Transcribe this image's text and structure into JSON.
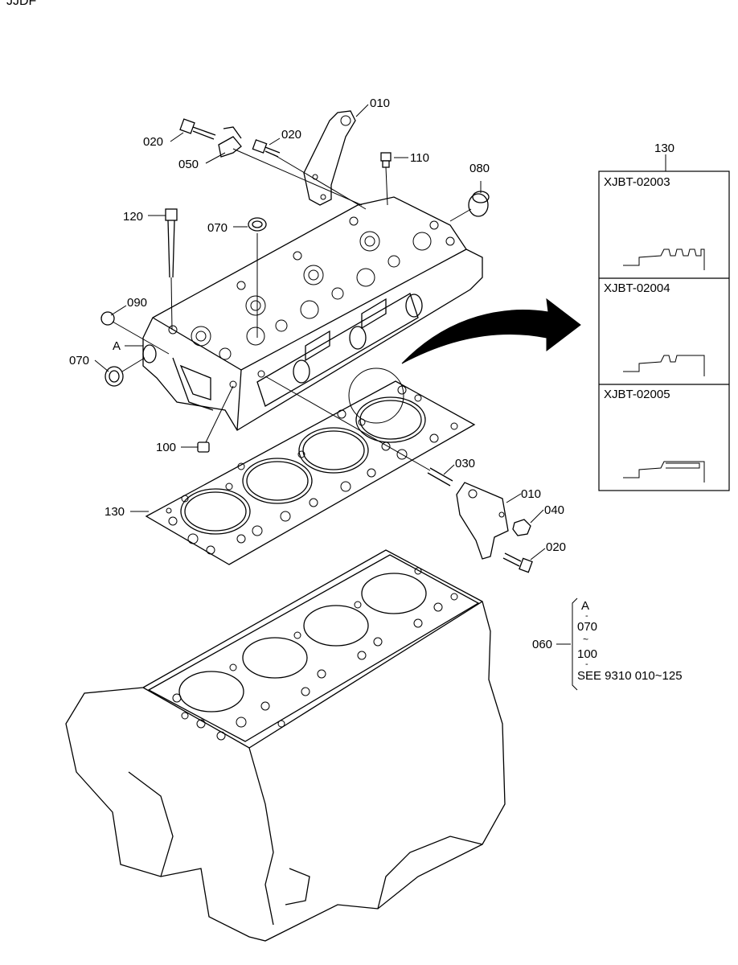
{
  "header_code": "JJDF",
  "labels": {
    "p010_top": "010",
    "p020_a": "020",
    "p020_b": "020",
    "p050": "050",
    "p110": "110",
    "p080": "080",
    "p120": "120",
    "p070_top": "070",
    "p090": "090",
    "pA": "A",
    "p070_left": "070",
    "p100": "100",
    "p030": "030",
    "p010_right": "010",
    "p040": "040",
    "p020_right": "020",
    "p130_left": "130",
    "p130_top": "130",
    "p060": "060"
  },
  "variants": [
    {
      "code": "XJBT-02003"
    },
    {
      "code": "XJBT-02004"
    },
    {
      "code": "XJBT-02005"
    }
  ],
  "note": {
    "lines": [
      "A",
      "070",
      "100",
      "SEE 9310 010~125"
    ],
    "sep_1": "-",
    "sep_2": "~",
    "sep_3": "-"
  }
}
